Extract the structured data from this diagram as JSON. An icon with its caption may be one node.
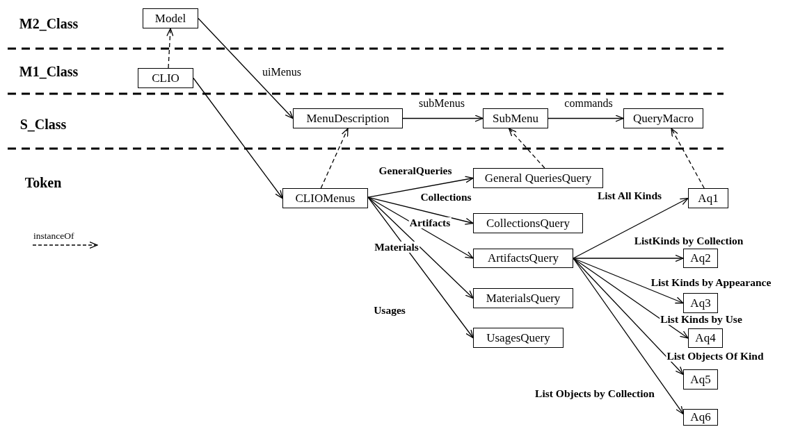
{
  "diagram": {
    "nodes": [
      {
        "text": [
          "Model"
        ]
      },
      {
        "text": [
          "CLIO"
        ]
      },
      {
        "text": [
          "MenuDescription"
        ]
      },
      {
        "text": [
          "SubMenu"
        ]
      },
      {
        "text": [
          "QueryMacro"
        ]
      },
      {
        "text": [
          "CLIOMenus"
        ]
      },
      {
        "text": [
          "General QueriesQuery"
        ]
      },
      {
        "text": [
          "CollectionsQuery"
        ]
      },
      {
        "text": [
          "ArtifactsQuery"
        ]
      },
      {
        "text": [
          "MaterialsQuery"
        ]
      },
      {
        "text": [
          "UsagesQuery"
        ]
      },
      {
        "text": [
          "Aq1"
        ]
      },
      {
        "text": [
          "Aq2"
        ]
      },
      {
        "text": [
          "Aq3"
        ]
      },
      {
        "text": [
          "Aq4"
        ]
      },
      {
        "text": [
          "Aq5"
        ]
      },
      {
        "text": [
          "Aq6"
        ]
      }
    ],
    "edges": [
      {
        "from": 1,
        "to": 0,
        "arrow": "to",
        "style": "dashed"
      },
      {
        "from": 0,
        "to": 2,
        "arrow": "to",
        "label": "uiMenus"
      },
      {
        "from": 1,
        "to": 5,
        "arrow": "to"
      },
      {
        "from": 5,
        "to": 2,
        "arrow": "to",
        "style": "dashed"
      },
      {
        "from": 2,
        "to": 3,
        "arrow": "to",
        "label": "subMenus"
      },
      {
        "from": 3,
        "to": 4,
        "arrow": "to",
        "label": "commands"
      },
      {
        "from": 6,
        "to": 3,
        "arrow": "to",
        "style": "dashed"
      },
      {
        "from": 11,
        "to": 4,
        "arrow": "to",
        "style": "dashed"
      },
      {
        "from": 5,
        "to": 6,
        "arrow": "to",
        "label": "GeneralQueries"
      },
      {
        "from": 5,
        "to": 7,
        "arrow": "to",
        "label": "Collections"
      },
      {
        "from": 5,
        "to": 8,
        "arrow": "to",
        "label": "Artifacts"
      },
      {
        "from": 5,
        "to": 9,
        "arrow": "to",
        "label": "Materials"
      },
      {
        "from": 5,
        "to": 10,
        "arrow": "to",
        "label": "Usages"
      },
      {
        "from": 8,
        "to": 11,
        "arrow": "to",
        "label": "List All Kinds"
      },
      {
        "from": 8,
        "to": 12,
        "arrow": "to",
        "label": "ListKinds by Collection"
      },
      {
        "from": 8,
        "to": 13,
        "arrow": "to",
        "label": "List Kinds by Appearance"
      },
      {
        "from": 8,
        "to": 14,
        "arrow": "to",
        "label": "List Kinds by Use"
      },
      {
        "from": 8,
        "to": 15,
        "arrow": "to",
        "label": "List Objects Of Kind"
      },
      {
        "from": 8,
        "to": 16,
        "arrow": "to",
        "label": "List Objects by Collection"
      }
    ],
    "labels": [
      "M2_Class",
      "M1_Class",
      "S_Class",
      "Token"
    ],
    "legend": [
      {
        "text": "instanceOf"
      }
    ]
  }
}
